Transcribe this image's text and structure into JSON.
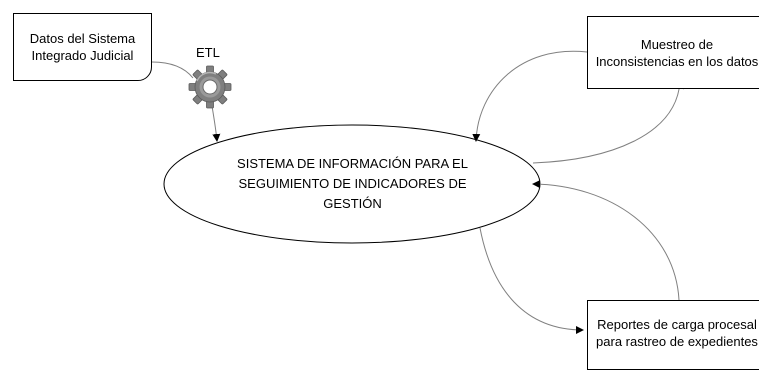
{
  "nodes": {
    "source": {
      "lines": [
        "Datos del Sistema",
        "Integrado Judicial"
      ]
    },
    "etl": {
      "label": "ETL",
      "icon": "gear-icon",
      "icon_color": "#7f7f7f"
    },
    "central": {
      "lines": [
        "SISTEMA DE INFORMACIÓN PARA EL",
        "SEGUIMIENTO DE INDICADORES DE",
        "GESTIÓN"
      ]
    },
    "sampling": {
      "lines": [
        "Muestreo de",
        "Inconsistencias en los datos"
      ]
    },
    "reports": {
      "lines": [
        "Reportes de carga procesal",
        "para rastreo de expedientes"
      ]
    }
  },
  "colors": {
    "stroke": "#000000",
    "connector": "#808080"
  }
}
